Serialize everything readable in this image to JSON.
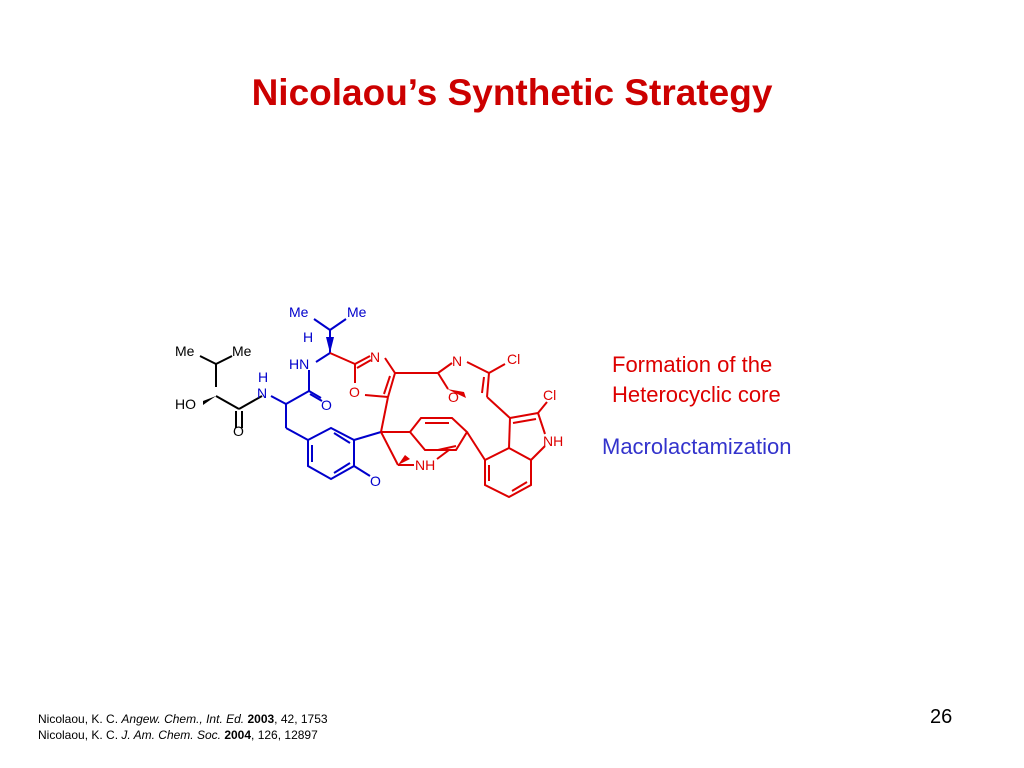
{
  "slide": {
    "title": "Nicolaou’s Synthetic Strategy",
    "page_number": "26"
  },
  "legend": {
    "red_line1": "Formation of the",
    "red_line2": "Heterocyclic core",
    "blue": "Macrolactamization"
  },
  "colors": {
    "title": "#cc0000",
    "heterocyclic_core": "#dd0000",
    "macrolactam": "#0000cc",
    "side_chain": "#000000"
  },
  "molecule": {
    "labels": {
      "me1": "Me",
      "me2": "Me",
      "me3": "Me",
      "me4": "Me",
      "h_stereo": "H",
      "hn": "HN",
      "h_amide": "H",
      "n_amide": "N",
      "ho": "HO",
      "o_carbonyl1": "O",
      "o_carbonyl2": "O",
      "o_furan": "O",
      "nh_indoline": "NH",
      "n_oxazole1": "N",
      "o_oxazole1": "O",
      "n_oxazole2": "N",
      "o_oxazole2": "O",
      "cl1": "Cl",
      "cl2": "Cl",
      "nh_indole": "NH"
    }
  },
  "references": [
    {
      "authors": "Nicolaou, K. C.",
      "journal": "Angew. Chem., Int. Ed.",
      "year": "2003",
      "rest": ", 42, 1753"
    },
    {
      "authors": "Nicolaou, K. C.",
      "journal": "J. Am. Chem. Soc.",
      "year": "2004",
      "rest": ", 126, 12897"
    }
  ]
}
